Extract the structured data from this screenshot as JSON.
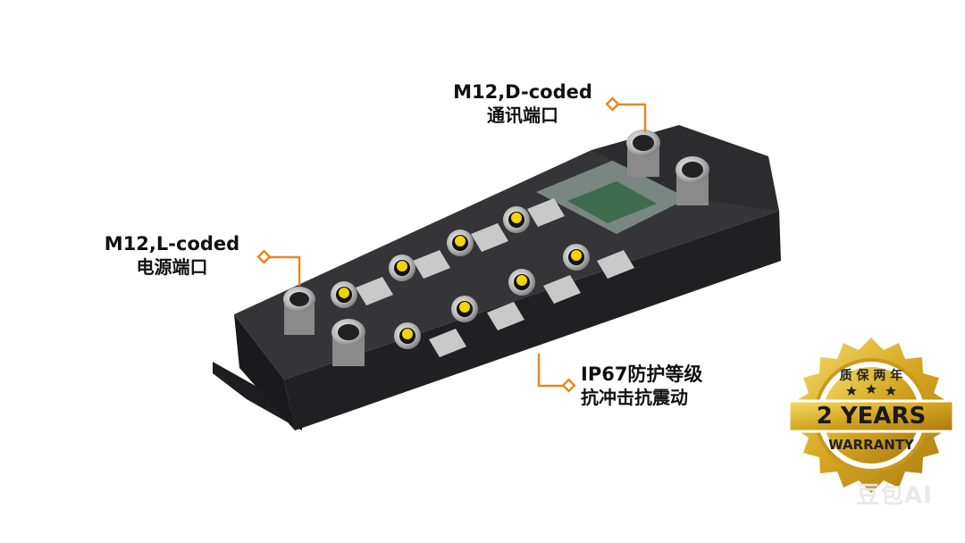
{
  "callouts": {
    "d_coded": {
      "title": "M12,D-coded",
      "subtitle": "通讯端口"
    },
    "l_coded": {
      "title": "M12,L-coded",
      "subtitle": "电源端口"
    },
    "ip67": {
      "title": "IP67防护等级",
      "subtitle": "抗冲击抗震动"
    }
  },
  "badge": {
    "top_text": "质 保 两 年",
    "main_text": "2 YEARS",
    "bottom_text": "WARRANTY"
  },
  "watermark": "豆包AI",
  "colors": {
    "accent": "#e8891c",
    "body": "#2a2a2c",
    "led": "#f2d400",
    "gold": "#d4a520"
  }
}
